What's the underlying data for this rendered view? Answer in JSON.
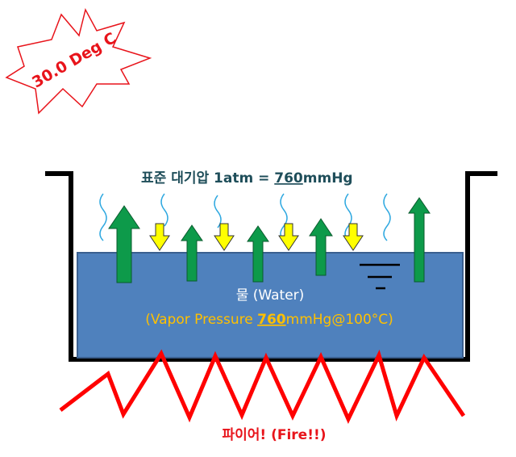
{
  "badge": {
    "text": "30.0 Deg C",
    "stroke_color": "#e8141b"
  },
  "atmosphere": {
    "prefix": "표준 대기압 1atm = ",
    "value": "760",
    "unit": "mmHg"
  },
  "water": {
    "label": "물 (Water)",
    "vapor_prefix": "(Vapor Pressure ",
    "vapor_value": "760",
    "vapor_suffix": "mmHg@100°C)"
  },
  "fire": {
    "label": "파이어! (Fire!!)"
  },
  "colors": {
    "water_fill": "#4f81bd",
    "water_border": "#3a5f8f",
    "up_arrow": "#0d9a4a",
    "down_arrow": "#ffff00",
    "vapor_wave": "#2ea8e0",
    "fire": "#ff0000",
    "pot": "#000000",
    "vapor_text": "#ffc000"
  },
  "icons": {
    "up_arrow": "arrow-up-icon",
    "down_arrow": "arrow-down-icon",
    "wave": "vapor-wave-icon",
    "water_level": "water-level-icon",
    "star": "starburst-icon"
  }
}
